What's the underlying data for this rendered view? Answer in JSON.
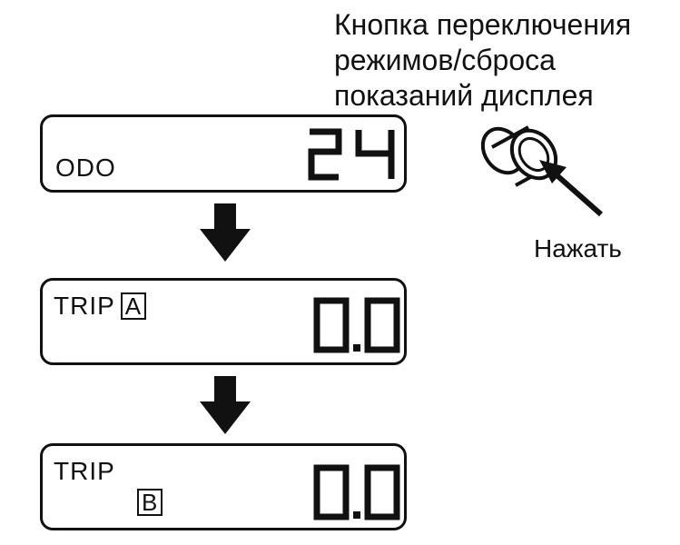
{
  "callout": {
    "line1": "Кнопка переключения",
    "line2": "режимов/сброса",
    "line3": "показаний дисплея"
  },
  "button": {
    "action_label": "Нажать",
    "icon": "push-button-icon"
  },
  "displays": [
    {
      "mode": "ODO",
      "readout": "24",
      "badge": ""
    },
    {
      "mode": "TRIP",
      "readout": "0.0",
      "badge": "A"
    },
    {
      "mode": "TRIP",
      "readout": "0.0",
      "badge": "B"
    }
  ],
  "flow_icon": "down-arrow-icon"
}
